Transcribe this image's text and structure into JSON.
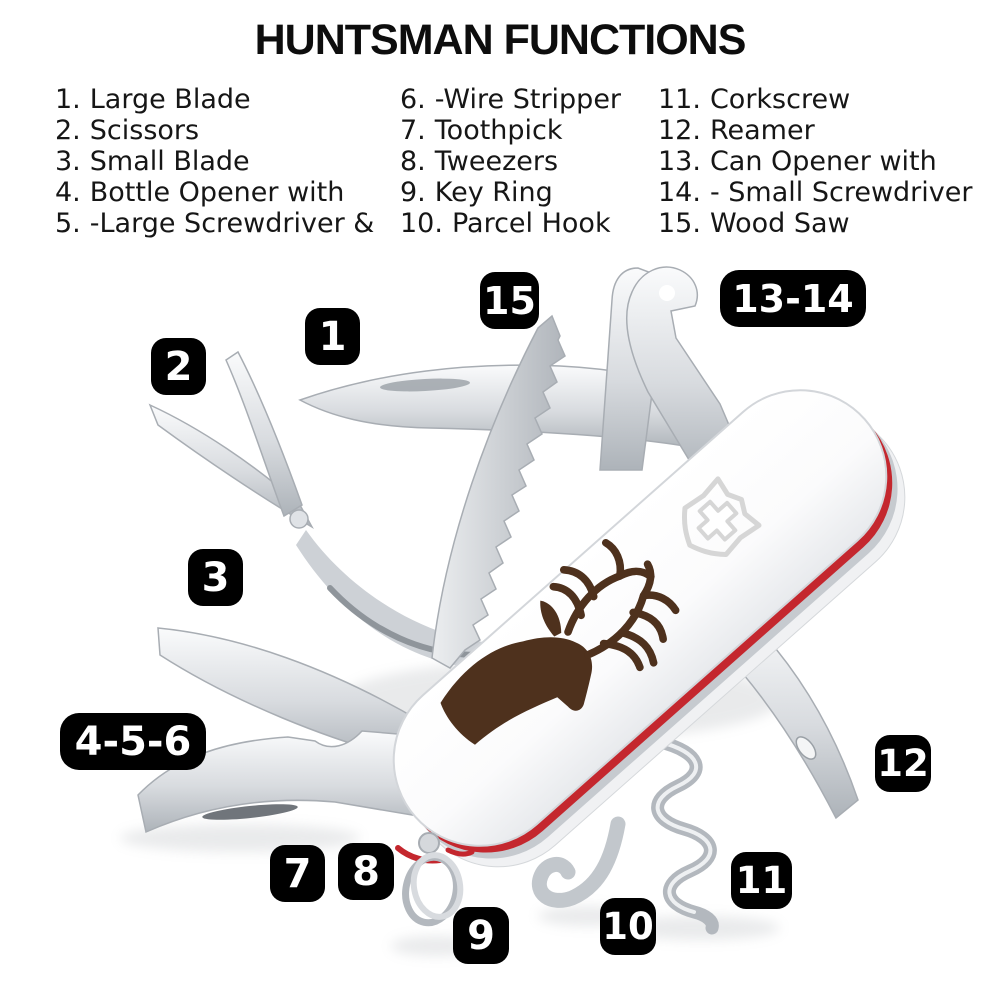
{
  "title": "HUNTSMAN FUNCTIONS",
  "legend": {
    "columns": [
      {
        "items": [
          {
            "n": "1.",
            "label": "Large Blade"
          },
          {
            "n": "2.",
            "label": "Scissors"
          },
          {
            "n": "3.",
            "label": "Small Blade"
          },
          {
            "n": "4.",
            "label": "Bottle Opener with"
          },
          {
            "n": "5.",
            "label": "-Large Screwdriver &"
          }
        ]
      },
      {
        "items": [
          {
            "n": "6.",
            "label": "-Wire Stripper"
          },
          {
            "n": "7.",
            "label": "Toothpick"
          },
          {
            "n": "8.",
            "label": "Tweezers"
          },
          {
            "n": "9.",
            "label": "Key Ring"
          },
          {
            "n": "10.",
            "label": "Parcel Hook"
          }
        ]
      },
      {
        "items": [
          {
            "n": "11.",
            "label": "Corkscrew"
          },
          {
            "n": "12.",
            "label": "Reamer"
          },
          {
            "n": "13.",
            "label": "Can Opener with"
          },
          {
            "n": "14.",
            "label": "- Small Screwdriver"
          },
          {
            "n": "15.",
            "label": "Wood Saw"
          }
        ]
      }
    ]
  },
  "diagram": {
    "product": "Victorinox Huntsman pocket knife, white scales with stag emblem",
    "callouts": [
      {
        "label": "1"
      },
      {
        "label": "2"
      },
      {
        "label": "3"
      },
      {
        "label": "4-5-6"
      },
      {
        "label": "7"
      },
      {
        "label": "8"
      },
      {
        "label": "9"
      },
      {
        "label": "10"
      },
      {
        "label": "11"
      },
      {
        "label": "12"
      },
      {
        "label": "13-14"
      },
      {
        "label": "15"
      }
    ],
    "colors": {
      "callout_bg": "#000000",
      "callout_text": "#ffffff",
      "deer_brown": "#4e311d",
      "red_scale": "#c4272e",
      "emblem_gray": "#d6d6d6",
      "steel_gray": "#c9cdd2",
      "body_white": "#ffffff"
    }
  }
}
